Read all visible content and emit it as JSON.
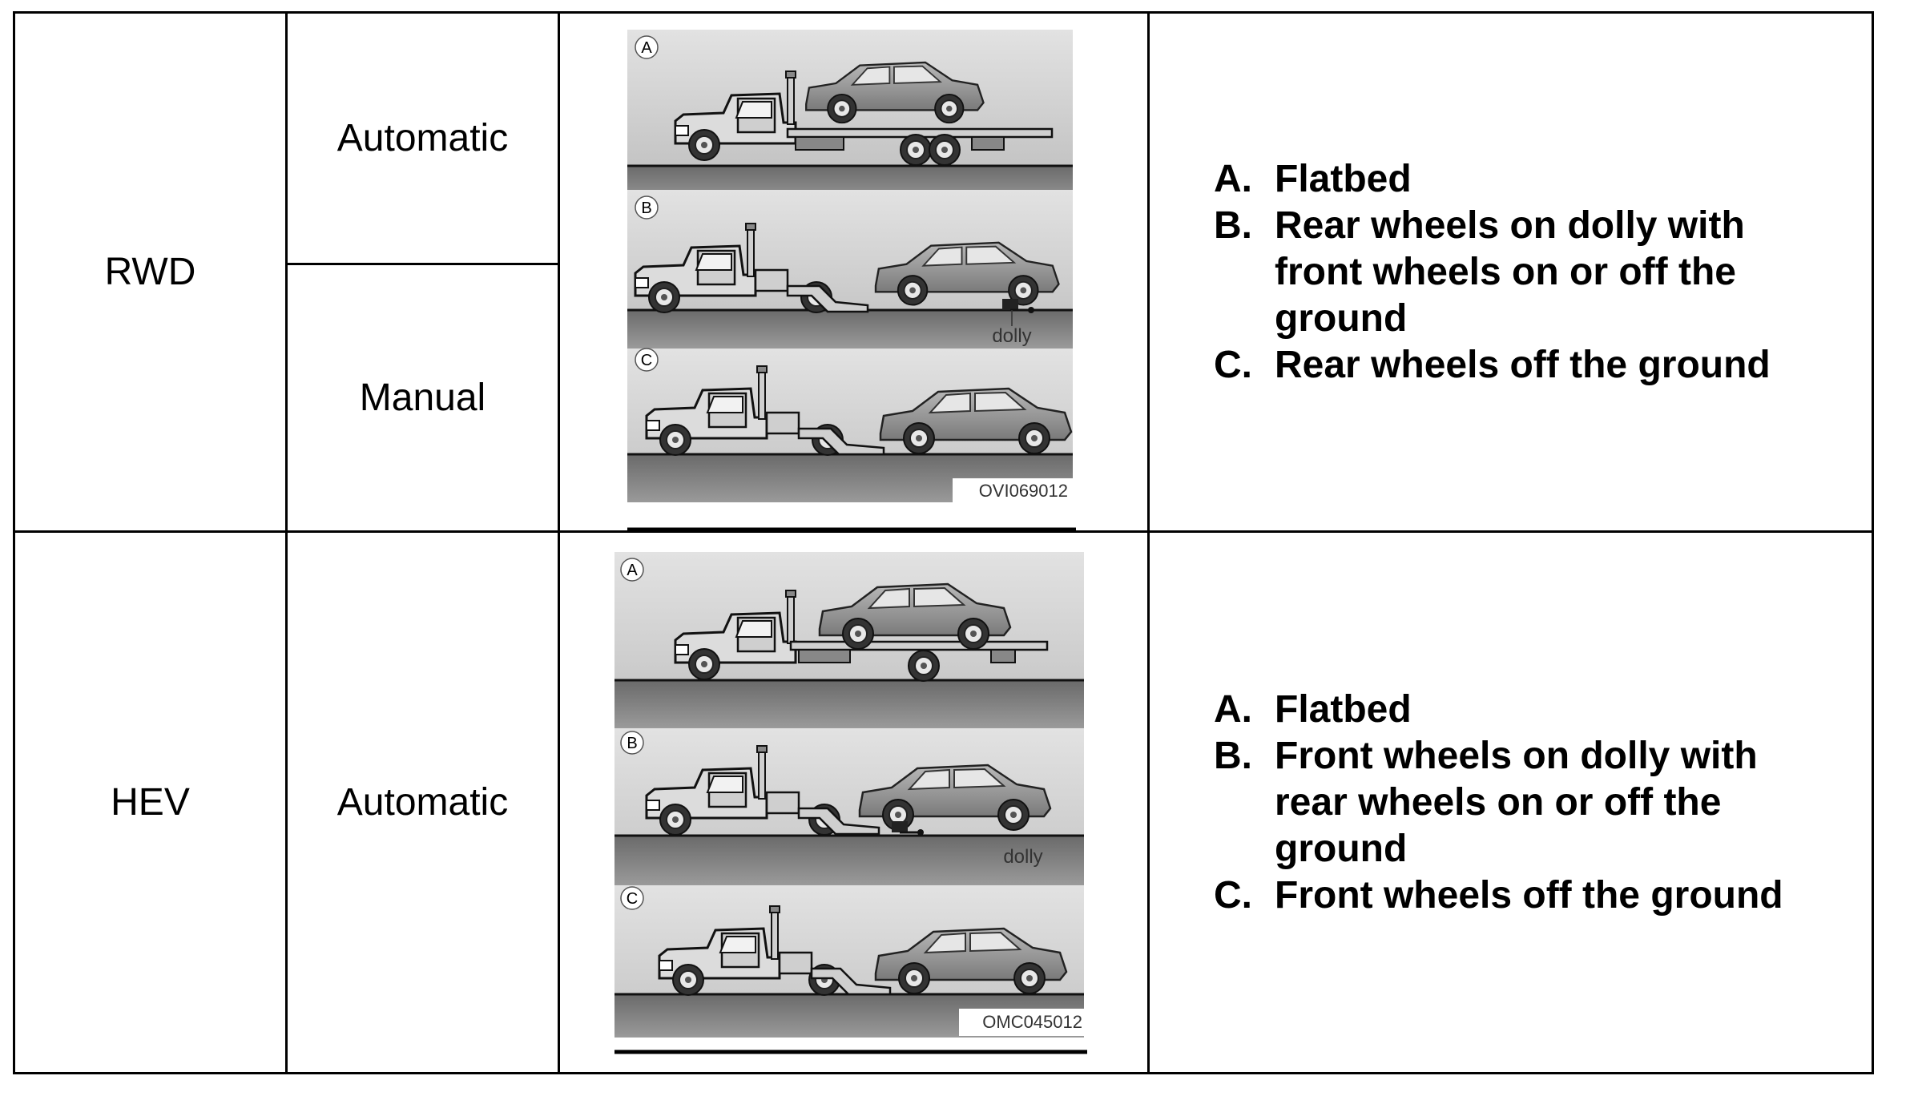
{
  "rows": [
    {
      "drive": "RWD",
      "transmissions": [
        "Automatic",
        "Manual"
      ],
      "figure": {
        "panel_letters": [
          "A",
          "B",
          "C"
        ],
        "dolly_label": "dolly",
        "code": "OVI069012"
      },
      "methods": [
        {
          "letter": "A.",
          "text": "Flatbed"
        },
        {
          "letter": "B.",
          "text": "Rear wheels on dolly with front wheels on or off the ground"
        },
        {
          "letter": "C.",
          "text": "Rear wheels off the ground"
        }
      ]
    },
    {
      "drive": "HEV",
      "transmissions": [
        "Automatic"
      ],
      "figure": {
        "panel_letters": [
          "A",
          "B",
          "C"
        ],
        "dolly_label": "dolly",
        "code": "OMC045012"
      },
      "methods": [
        {
          "letter": "A.",
          "text": "Flatbed"
        },
        {
          "letter": "B.",
          "text": "Front wheels on dolly with rear wheels on or off the ground"
        },
        {
          "letter": "C.",
          "text": "Front wheels off the ground"
        }
      ]
    }
  ]
}
